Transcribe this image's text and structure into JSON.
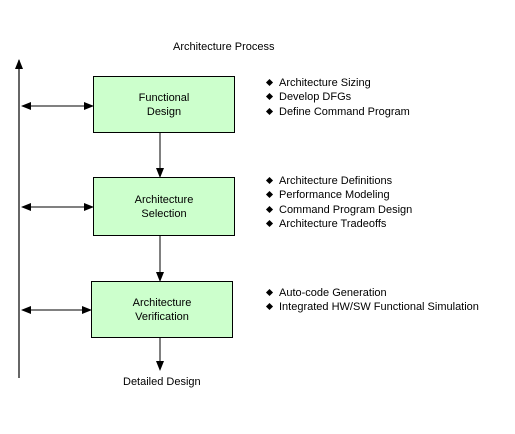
{
  "title": "Architecture Process",
  "stages": [
    {
      "label_line1": "Functional",
      "label_line2": "Design",
      "bullets": [
        "Architecture Sizing",
        "Develop DFGs",
        "Define Command Program"
      ]
    },
    {
      "label_line1": "Architecture",
      "label_line2": "Selection",
      "bullets": [
        "Architecture Definitions",
        "Performance Modeling",
        "Command Program Design",
        "Architecture Tradeoffs"
      ]
    },
    {
      "label_line1": "Architecture",
      "label_line2": "Verification",
      "bullets": [
        "Auto-code Generation",
        "Integrated HW/SW Functional Simulation"
      ]
    }
  ],
  "output_label": "Detailed Design",
  "colors": {
    "box_fill": "#ccffcc",
    "stroke": "#000000"
  }
}
